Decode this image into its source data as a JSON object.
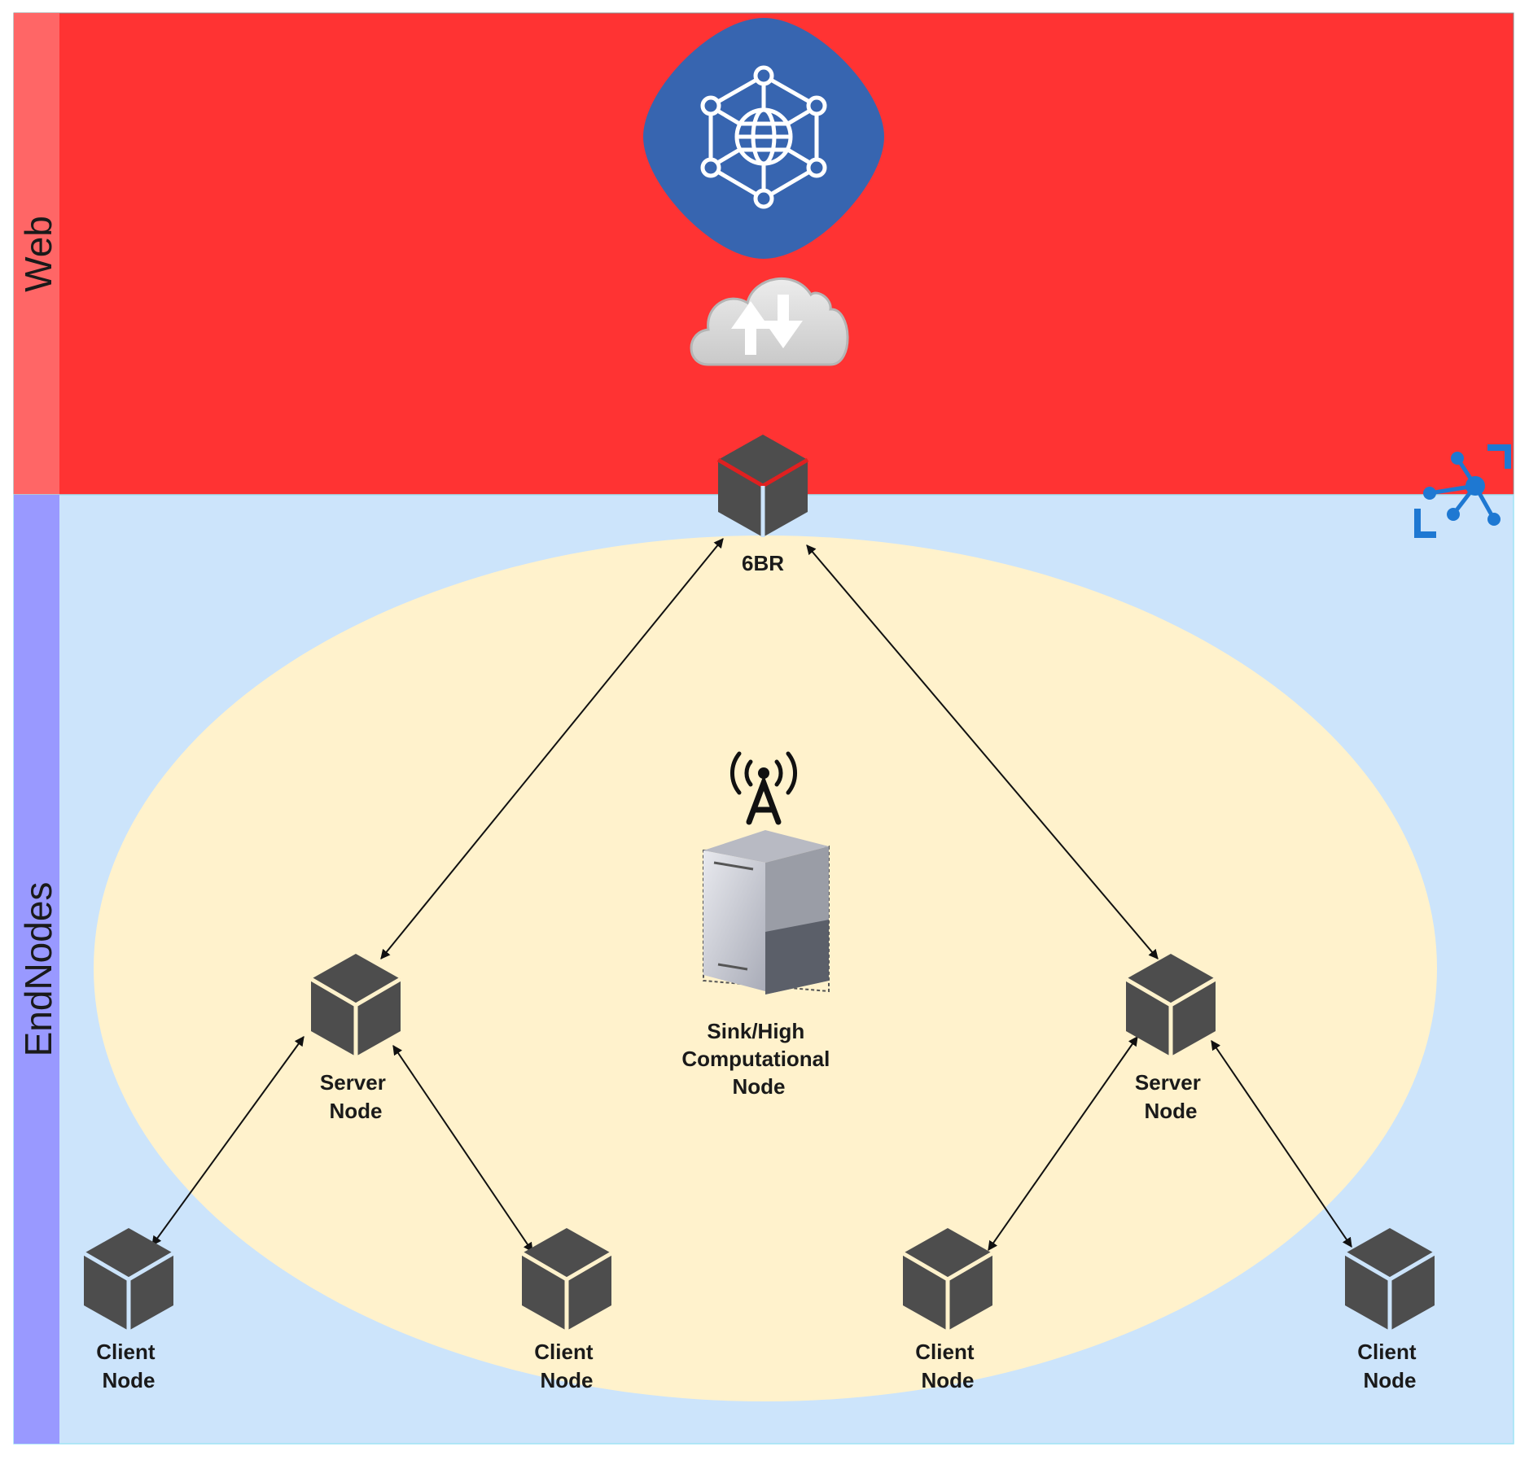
{
  "lanes": {
    "web": {
      "label": "Web"
    },
    "endnodes": {
      "label": "EndNodes"
    }
  },
  "nodes": {
    "border_router": {
      "label_lines": [
        "6BR"
      ]
    },
    "sink": {
      "label_lines": [
        "Sink/High",
        "Computational",
        "Node"
      ]
    },
    "server_left": {
      "label_lines": [
        "Server",
        "Node"
      ]
    },
    "server_right": {
      "label_lines": [
        "Server",
        "Node"
      ]
    },
    "client_1": {
      "label_lines": [
        "Client",
        "Node"
      ]
    },
    "client_2": {
      "label_lines": [
        "Client",
        "Node"
      ]
    },
    "client_3": {
      "label_lines": [
        "Client",
        "Node"
      ]
    },
    "client_4": {
      "label_lines": [
        "Client",
        "Node"
      ]
    }
  },
  "connections": [
    {
      "from": "border_router",
      "to": "server_left",
      "bidirectional": true
    },
    {
      "from": "border_router",
      "to": "server_right",
      "bidirectional": true
    },
    {
      "from": "server_left",
      "to": "client_1",
      "bidirectional": true
    },
    {
      "from": "server_left",
      "to": "client_2",
      "bidirectional": true
    },
    {
      "from": "server_right",
      "to": "client_3",
      "bidirectional": true
    },
    {
      "from": "server_right",
      "to": "client_4",
      "bidirectional": true
    }
  ],
  "colors": {
    "web_lane": "#ff3333",
    "web_header": "#ff6666",
    "endnodes_lane": "#cce4fb",
    "endnodes_header": "#9999ff",
    "network_area": "#fff2cc",
    "cube": "#4d4d4d",
    "globe_badge": "#3765b0",
    "accent_icon": "#1e78d2"
  },
  "icons": {
    "internet": "globe-network-icon",
    "cloud": "cloud-upload-download-icon",
    "antenna": "wireless-antenna-icon",
    "server": "server-tower-icon",
    "corner": "network-hub-icon",
    "node": "cube-icon"
  }
}
